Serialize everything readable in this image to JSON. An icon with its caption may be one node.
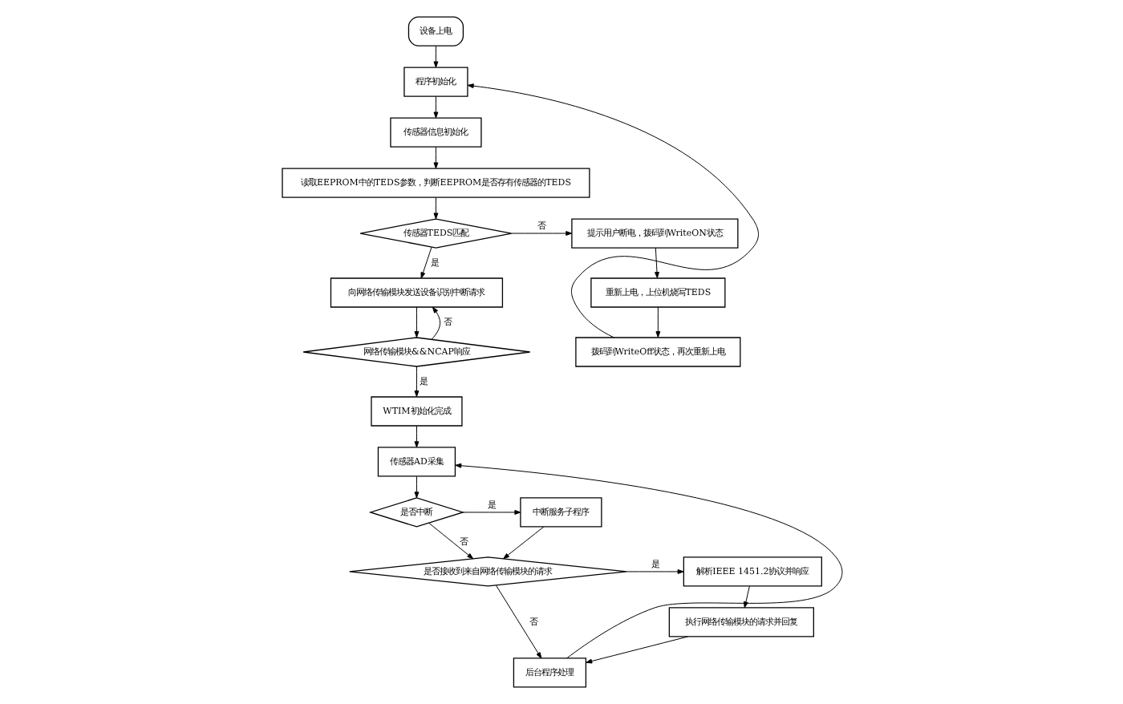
{
  "diagram": {
    "nodes": [
      {
        "text": [
          "设备上电"
        ]
      },
      {
        "text": [
          "程序初始化"
        ]
      },
      {
        "text": [
          "传感器信息初始化"
        ]
      },
      {
        "text": [
          "读取EEPROM中的TEDS参数，判断EEPROM是否存有传感器的TEDS"
        ]
      },
      {
        "text": [
          "传感器TEDS匹配"
        ]
      },
      {
        "text": [
          "提示用户断电，拨码到WriteON状态"
        ]
      },
      {
        "text": [
          "重新上电，上位机烧写TEDS"
        ]
      },
      {
        "text": [
          "拨码到WriteOff状态，再次重新上电"
        ]
      },
      {
        "text": [
          "向网络传输模块发送设备识别中断请求"
        ]
      },
      {
        "text": [
          "网络传输模块&&NCAP响应"
        ]
      },
      {
        "text": [
          "WTIM初始化完成"
        ]
      },
      {
        "text": [
          "传感器AD采集"
        ]
      },
      {
        "text": [
          "是否中断"
        ]
      },
      {
        "text": [
          "中断服务子程序"
        ]
      },
      {
        "text": [
          "是否接收到来自网络传输模块的请求"
        ]
      },
      {
        "text": [
          "解析IEEE 1451.2协议并响应"
        ]
      },
      {
        "text": [
          "执行网络传输模块的请求并回复"
        ]
      },
      {
        "text": [
          "后台程序处理"
        ]
      }
    ],
    "edges": [
      {
        "from": 0,
        "to": 1,
        "arrow": "to"
      },
      {
        "from": 1,
        "to": 2,
        "arrow": "to"
      },
      {
        "from": 2,
        "to": 3,
        "arrow": "to"
      },
      {
        "from": 3,
        "to": 4,
        "arrow": "to"
      },
      {
        "from": 4,
        "to": 5,
        "arrow": "to",
        "label": "否"
      },
      {
        "from": 5,
        "to": 6,
        "arrow": "to"
      },
      {
        "from": 6,
        "to": 7,
        "arrow": "to"
      },
      {
        "from": 7,
        "to": 1,
        "arrow": "to"
      },
      {
        "from": 4,
        "to": 8,
        "arrow": "to",
        "label": "是"
      },
      {
        "from": 8,
        "to": 9,
        "arrow": "to"
      },
      {
        "from": 9,
        "to": 8,
        "arrow": "to",
        "label": "否"
      },
      {
        "from": 9,
        "to": 10,
        "arrow": "to",
        "label": "是"
      },
      {
        "from": 10,
        "to": 11,
        "arrow": "to"
      },
      {
        "from": 11,
        "to": 12,
        "arrow": "to"
      },
      {
        "from": 12,
        "to": 13,
        "arrow": "to",
        "label": "是"
      },
      {
        "from": 12,
        "to": 14,
        "arrow": "to",
        "label": "否"
      },
      {
        "from": 13,
        "to": 14,
        "arrow": "to"
      },
      {
        "from": 14,
        "to": 15,
        "arrow": "to",
        "label": "是"
      },
      {
        "from": 15,
        "to": 16,
        "arrow": "to"
      },
      {
        "from": 14,
        "to": 17,
        "arrow": "to",
        "label": "否"
      },
      {
        "from": 16,
        "to": 17,
        "arrow": "to"
      },
      {
        "from": 17,
        "to": 11,
        "arrow": "to"
      }
    ]
  }
}
